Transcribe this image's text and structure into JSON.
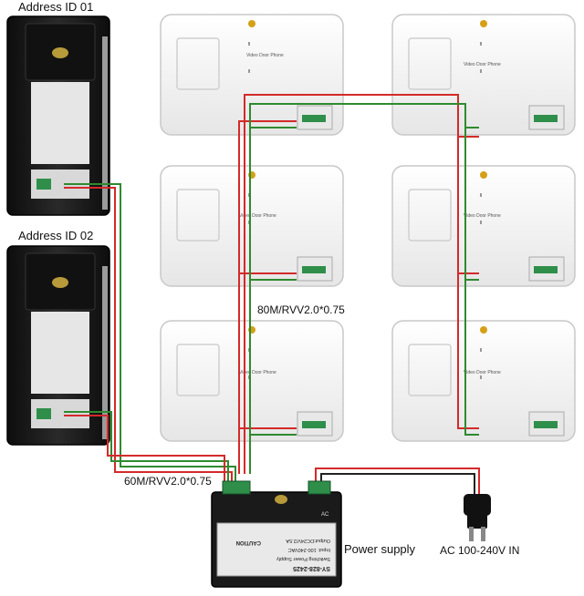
{
  "labels": {
    "address_1": "Address ID 01",
    "address_2": "Address ID 02",
    "cable_monitors": "80M/RVV2.0*0.75",
    "cable_doorbells": "60M/RVV2.0*0.75",
    "power_supply": "Power supply",
    "ac_input": "AC 100-240V IN"
  },
  "monitor_text": {
    "title": "Video Door Phone"
  },
  "psu_text": {
    "model": "SY-828-2425",
    "name": "Switching Power Supply",
    "input": "Input: 100-240VAC",
    "output": "Output:DC24V/2.5A",
    "caution": "CAUTION",
    "ac_mark": "AC"
  },
  "colors": {
    "wire_red": "#d42a2a",
    "wire_green": "#2f8a2f",
    "device_black": "#1e1e1e",
    "monitor_white": "#f4f4f4"
  }
}
